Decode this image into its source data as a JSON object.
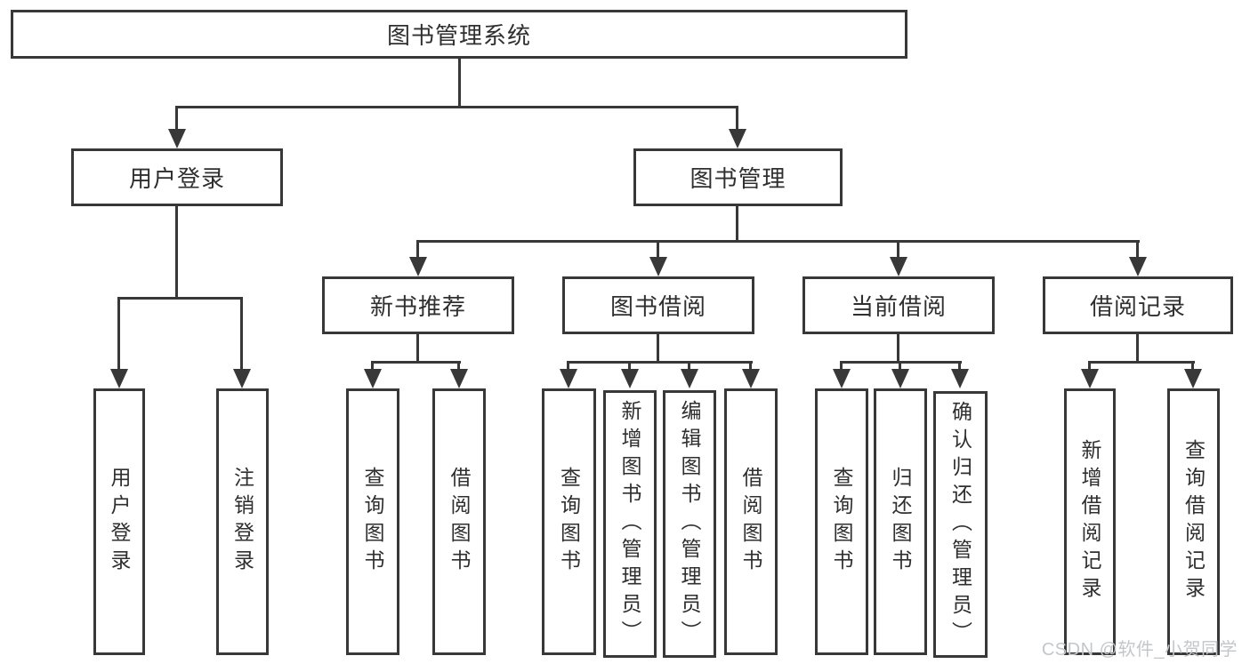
{
  "nodes": {
    "root": "图书管理系统",
    "user_login": "用户登录",
    "book_management": "图书管理",
    "new_book_recommend": "新书推荐",
    "book_borrow": "图书借阅",
    "current_borrow": "当前借阅",
    "borrow_record": "借阅记录",
    "leaf_user_login": "用户登录",
    "leaf_logout": "注销登录",
    "leaf_nbr_query_book": "查询图书",
    "leaf_nbr_borrow_book": "借阅图书",
    "leaf_bb_query_book": "查询图书",
    "leaf_bb_add_book": "新增图书（管理员）",
    "leaf_bb_edit_book": "编辑图书（管理员）",
    "leaf_bb_borrow_book": "借阅图书",
    "leaf_cb_query_book": "查询图书",
    "leaf_cb_return_book": "归还图书",
    "leaf_cb_confirm_return": "确认归还（管理员）",
    "leaf_br_add_record": "新增借阅记录",
    "leaf_br_query_record": "查询借阅记录"
  },
  "watermark": "CSDN @软件_小贺同学",
  "colors": {
    "line": "#383838",
    "text": "#2f2f2f",
    "box-bg": "#ffffff",
    "page-bg": "#ffffff",
    "watermark": "#c3c7ca"
  }
}
